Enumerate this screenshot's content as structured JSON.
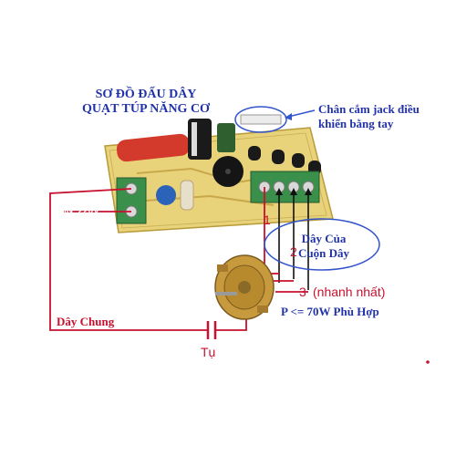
{
  "title": {
    "line1": "SƠ ĐỒ ĐẤU DÂY",
    "line2": "QUẠT TÚP NĂNG CƠ"
  },
  "jack_note": {
    "line1": "Chân cắm jack điều",
    "line2": "khiển bằng tay"
  },
  "coil_label": {
    "line1": "Dây Của",
    "line2": "Cuộn Dây"
  },
  "input_label": "IN_220V",
  "common_wire_label": "Dây Chung",
  "capacitor_label": "Tụ",
  "wire_numbers": [
    "1",
    "2",
    "3"
  ],
  "fastest_note": "(nhanh nhất)",
  "power_label": "P <= 70W Phù Hợp",
  "colors": {
    "title_blue": "#2233aa",
    "wire_red": "#c8102e",
    "wire_black": "#111111",
    "pcb_yellow": "#e8d27a",
    "terminal_green": "#3a8f4a"
  }
}
